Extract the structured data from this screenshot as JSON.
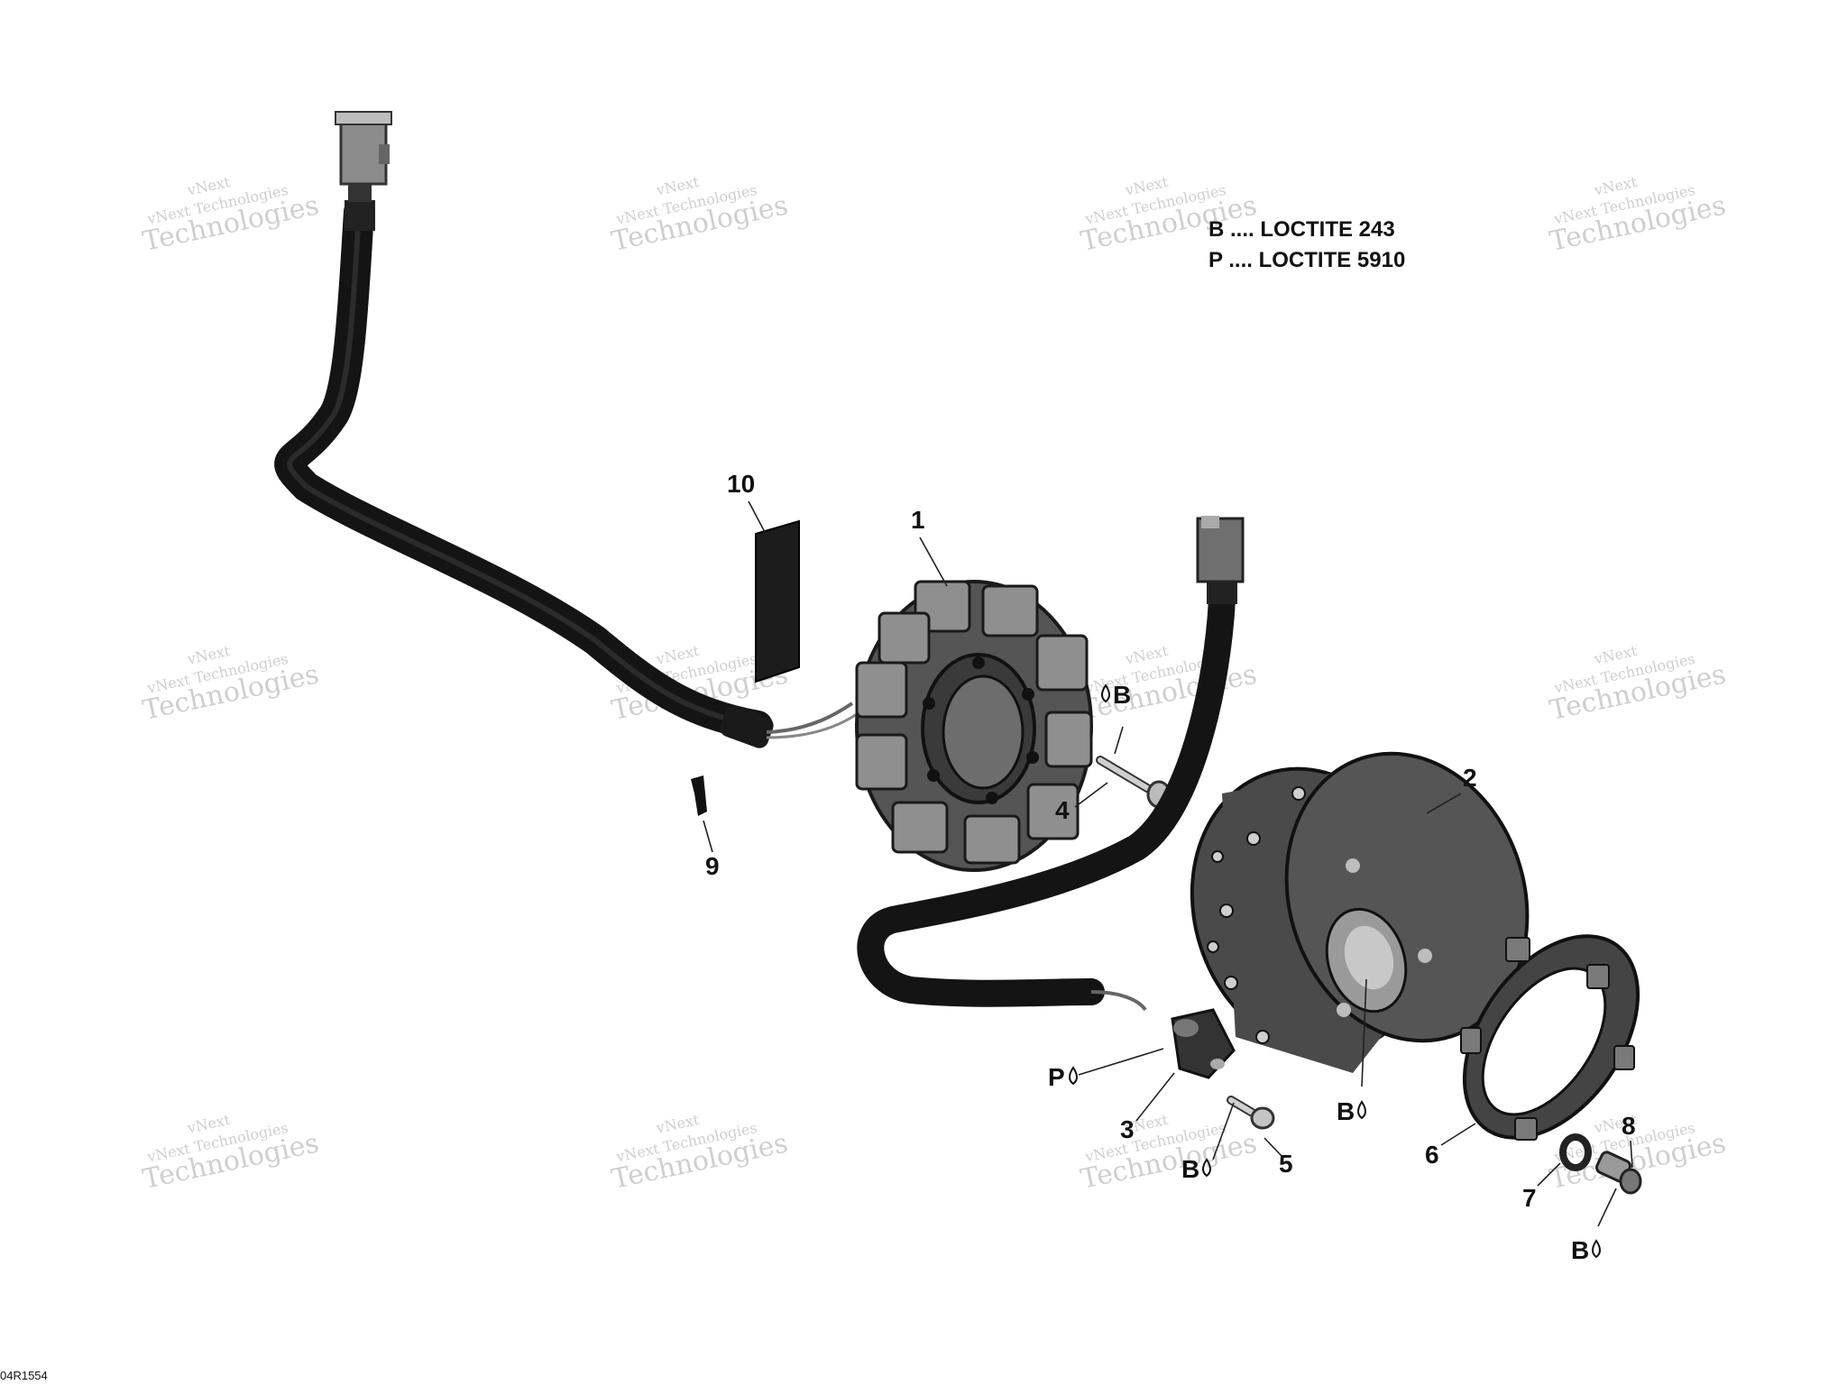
{
  "legend": {
    "line_b": "B .... LOCTITE 243",
    "line_p": "P .... LOCTITE 5910"
  },
  "watermark": {
    "line1": "vNext",
    "line2": "vNext Technologies",
    "line3": "Technologies"
  },
  "callouts": {
    "part_1": "1",
    "part_2": "2",
    "part_3": "3",
    "part_4": "4",
    "part_5": "5",
    "part_6": "6",
    "part_7": "7",
    "part_8": "8",
    "part_9": "9",
    "part_10": "10"
  },
  "markers": {
    "b": "B",
    "p": "P"
  },
  "reference_code": "04R1554"
}
